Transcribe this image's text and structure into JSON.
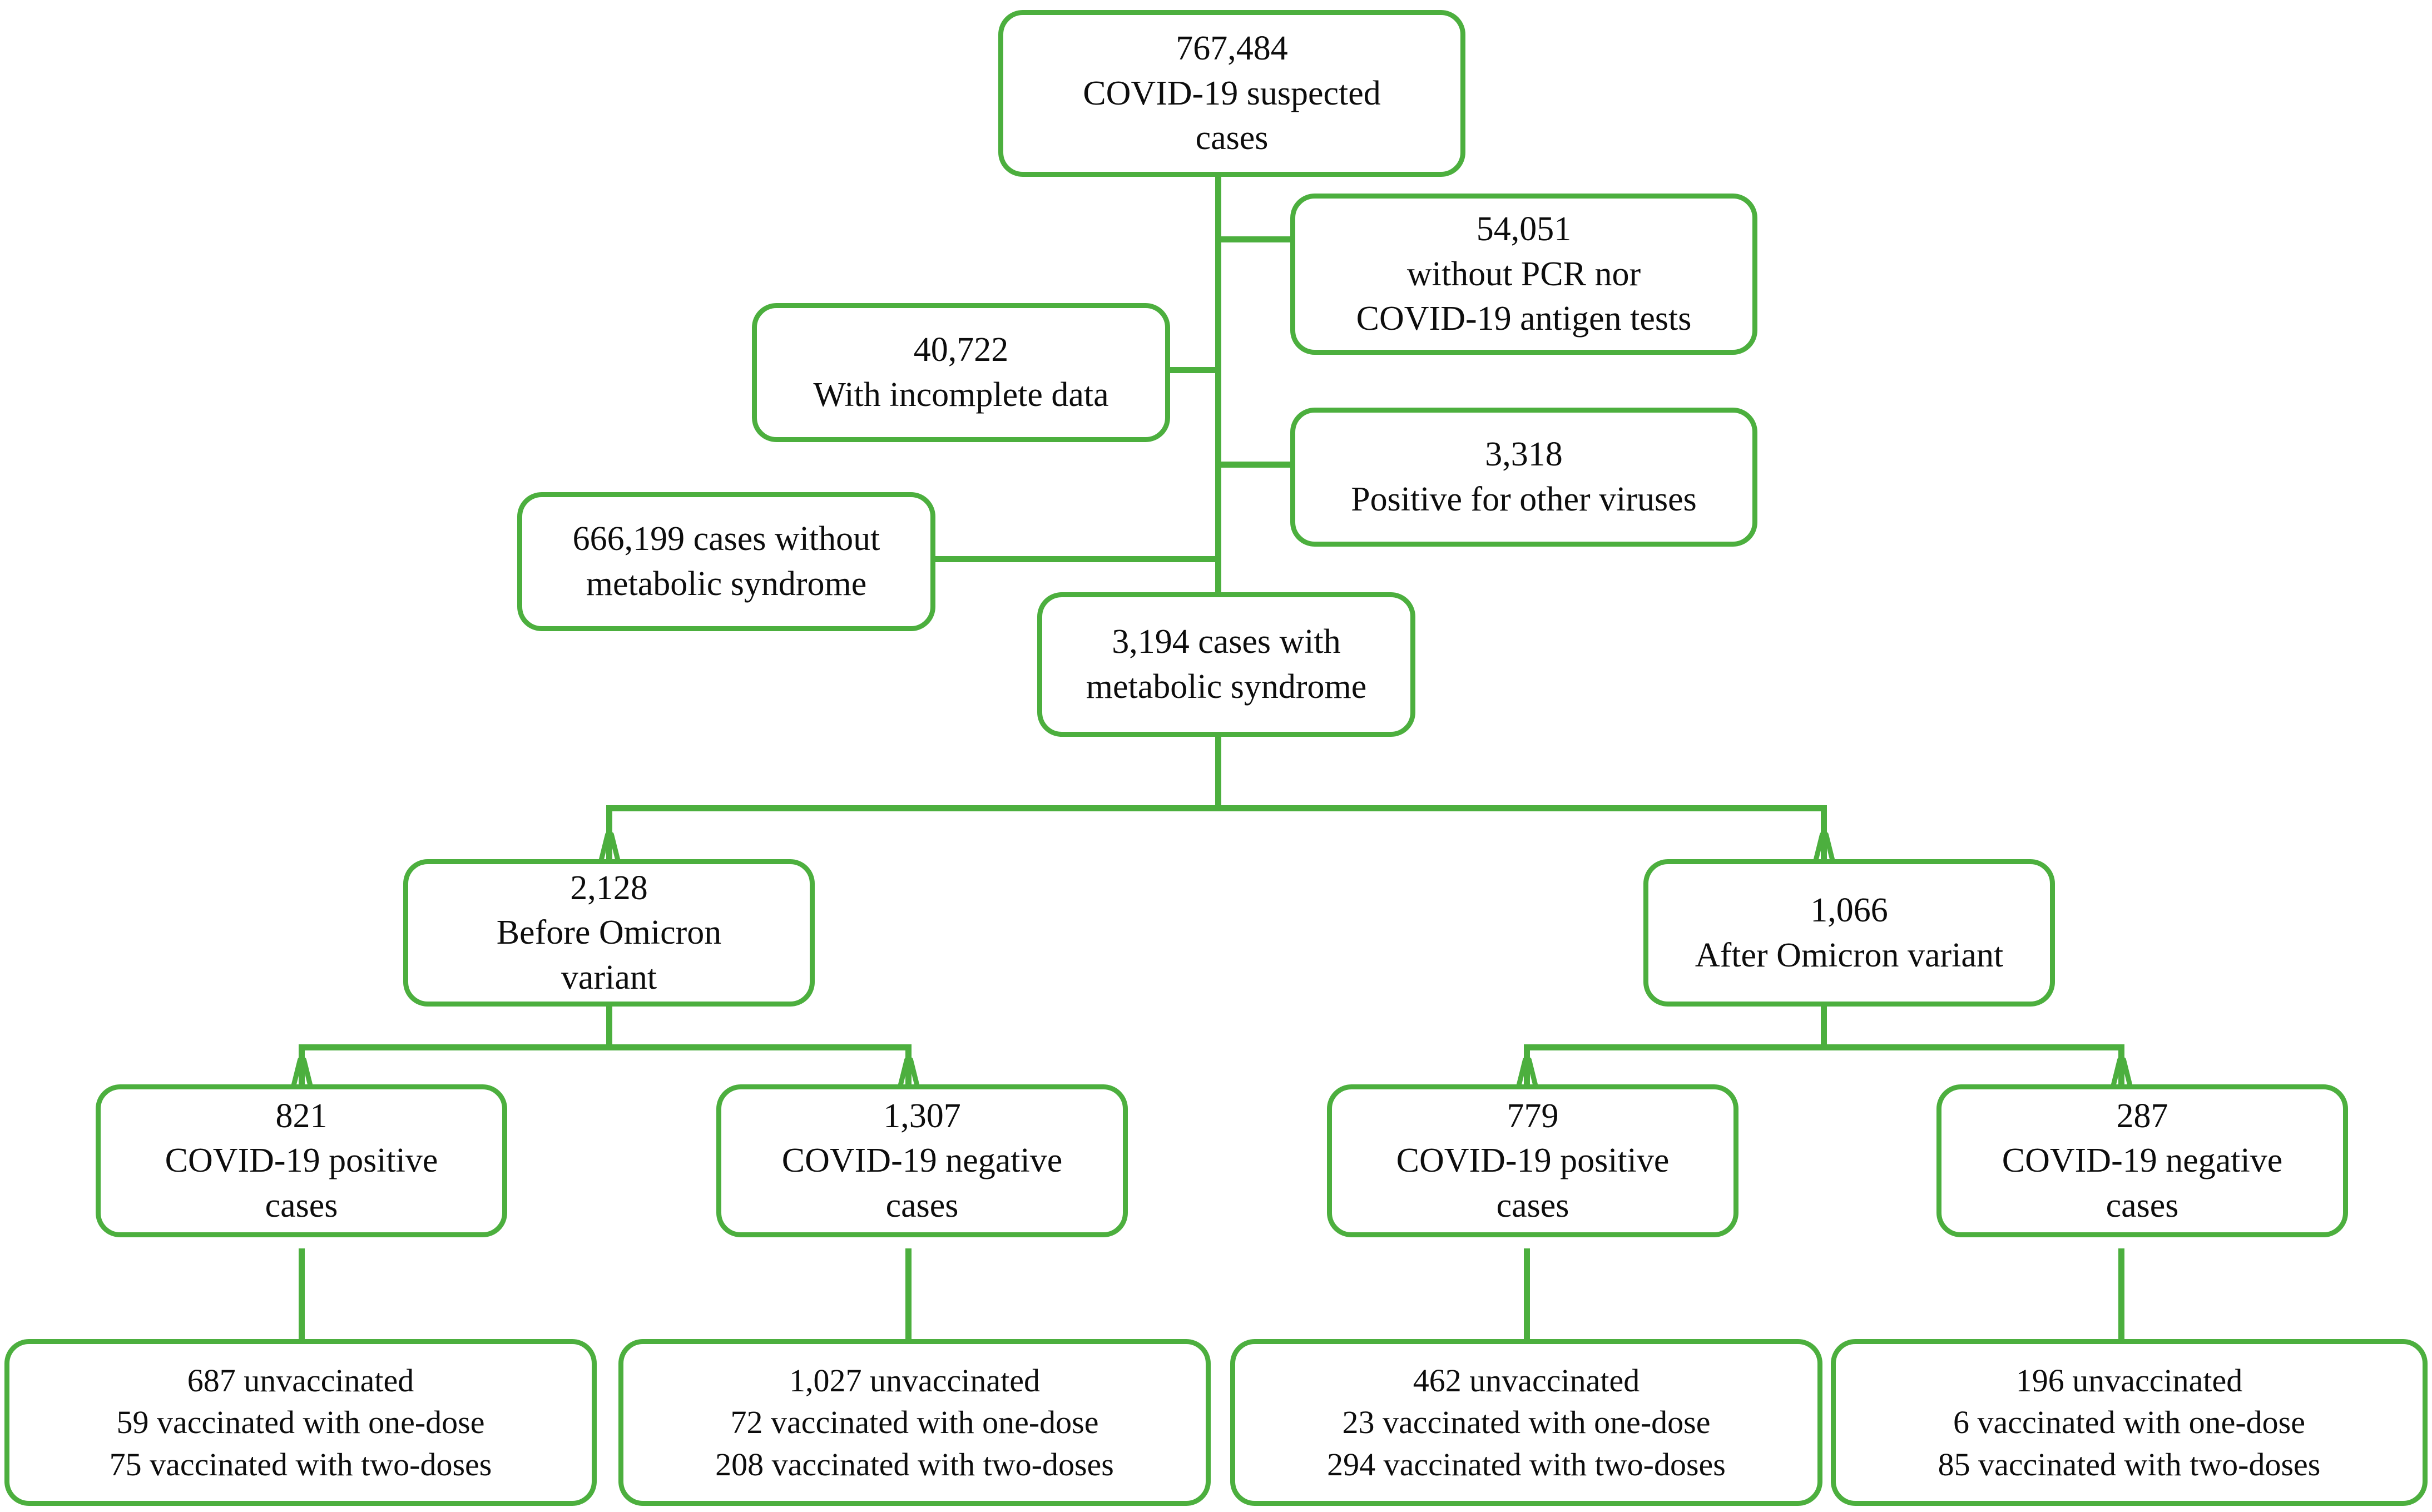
{
  "diagram": {
    "title": "COVID-19 metabolic syndrome study flow diagram",
    "accent_color": "#4caf3e",
    "text_color": "#0d0d0d",
    "background_color": "#ffffff"
  },
  "nodes": {
    "suspected_cases": "767,484\nCOVID-19 suspected\ncases",
    "no_tests": "54,051\nwithout PCR nor\nCOVID-19 antigen tests",
    "incomplete_data": "40,722\nWith incomplete data",
    "other_viruses": "3,318\nPositive for other viruses",
    "without_metabolic": "666,199 cases without\nmetabolic syndrome",
    "with_metabolic": "3,194 cases with\nmetabolic syndrome",
    "before_omicron": "2,128\nBefore Omicron\nvariant",
    "after_omicron": "1,066\nAfter Omicron variant",
    "before_positive": "821\nCOVID-19 positive\ncases",
    "before_negative": "1,307\nCOVID-19 negative\ncases",
    "after_positive": "779\nCOVID-19 positive\ncases",
    "after_negative": "287\nCOVID-19 negative\ncases",
    "before_positive_vax": "687 unvaccinated\n59 vaccinated with one-dose\n75 vaccinated with two-doses",
    "before_negative_vax": "1,027 unvaccinated\n72 vaccinated with one-dose\n208 vaccinated with two-doses",
    "after_positive_vax": "462 unvaccinated\n23 vaccinated with one-dose\n294 vaccinated with two-doses",
    "after_negative_vax": "196 unvaccinated\n6 vaccinated with one-dose\n85 vaccinated with two-doses"
  },
  "chart_data": {
    "type": "diagram",
    "flow": "flowchart",
    "nodes": [
      {
        "id": "suspected_cases",
        "count": 767484,
        "label": "COVID-19 suspected cases",
        "level": 0
      },
      {
        "id": "no_tests",
        "count": 54051,
        "label": "without PCR nor COVID-19 antigen tests",
        "level": 1,
        "role": "excluded"
      },
      {
        "id": "incomplete_data",
        "count": 40722,
        "label": "With incomplete data",
        "level": 1,
        "role": "excluded"
      },
      {
        "id": "other_viruses",
        "count": 3318,
        "label": "Positive for other viruses",
        "level": 1,
        "role": "excluded"
      },
      {
        "id": "without_metabolic",
        "count": 666199,
        "label": "cases without metabolic syndrome",
        "level": 1,
        "role": "excluded"
      },
      {
        "id": "with_metabolic",
        "count": 3194,
        "label": "cases with metabolic syndrome",
        "level": 2,
        "role": "included"
      },
      {
        "id": "before_omicron",
        "count": 2128,
        "label": "Before Omicron variant",
        "level": 3
      },
      {
        "id": "after_omicron",
        "count": 1066,
        "label": "After Omicron variant",
        "level": 3
      },
      {
        "id": "before_positive",
        "count": 821,
        "label": "COVID-19 positive cases",
        "level": 4,
        "parent": "before_omicron"
      },
      {
        "id": "before_negative",
        "count": 1307,
        "label": "COVID-19 negative cases",
        "level": 4,
        "parent": "before_omicron"
      },
      {
        "id": "after_positive",
        "count": 779,
        "label": "COVID-19 positive cases",
        "level": 4,
        "parent": "after_omicron"
      },
      {
        "id": "after_negative",
        "count": 287,
        "label": "COVID-19 negative cases",
        "level": 4,
        "parent": "after_omicron"
      },
      {
        "id": "before_positive_vax",
        "level": 5,
        "parent": "before_positive",
        "unvaccinated": 687,
        "one_dose": 59,
        "two_doses": 75
      },
      {
        "id": "before_negative_vax",
        "level": 5,
        "parent": "before_negative",
        "unvaccinated": 1027,
        "one_dose": 72,
        "two_doses": 208
      },
      {
        "id": "after_positive_vax",
        "level": 5,
        "parent": "after_positive",
        "unvaccinated": 462,
        "one_dose": 23,
        "two_doses": 294
      },
      {
        "id": "after_negative_vax",
        "level": 5,
        "parent": "after_negative",
        "unvaccinated": 196,
        "one_dose": 6,
        "two_doses": 85
      }
    ],
    "edges": [
      {
        "from": "suspected_cases",
        "to": "no_tests",
        "type": "exclusion"
      },
      {
        "from": "suspected_cases",
        "to": "incomplete_data",
        "type": "exclusion"
      },
      {
        "from": "suspected_cases",
        "to": "other_viruses",
        "type": "exclusion"
      },
      {
        "from": "suspected_cases",
        "to": "without_metabolic",
        "type": "exclusion"
      },
      {
        "from": "suspected_cases",
        "to": "with_metabolic",
        "type": "inclusion"
      },
      {
        "from": "with_metabolic",
        "to": "before_omicron",
        "type": "arrow"
      },
      {
        "from": "with_metabolic",
        "to": "after_omicron",
        "type": "arrow"
      },
      {
        "from": "before_omicron",
        "to": "before_positive",
        "type": "arrow"
      },
      {
        "from": "before_omicron",
        "to": "before_negative",
        "type": "arrow"
      },
      {
        "from": "after_omicron",
        "to": "after_positive",
        "type": "arrow"
      },
      {
        "from": "after_omicron",
        "to": "after_negative",
        "type": "arrow"
      },
      {
        "from": "before_positive",
        "to": "before_positive_vax",
        "type": "line"
      },
      {
        "from": "before_negative",
        "to": "before_negative_vax",
        "type": "line"
      },
      {
        "from": "after_positive",
        "to": "after_positive_vax",
        "type": "line"
      },
      {
        "from": "after_negative",
        "to": "after_negative_vax",
        "type": "line"
      }
    ]
  }
}
